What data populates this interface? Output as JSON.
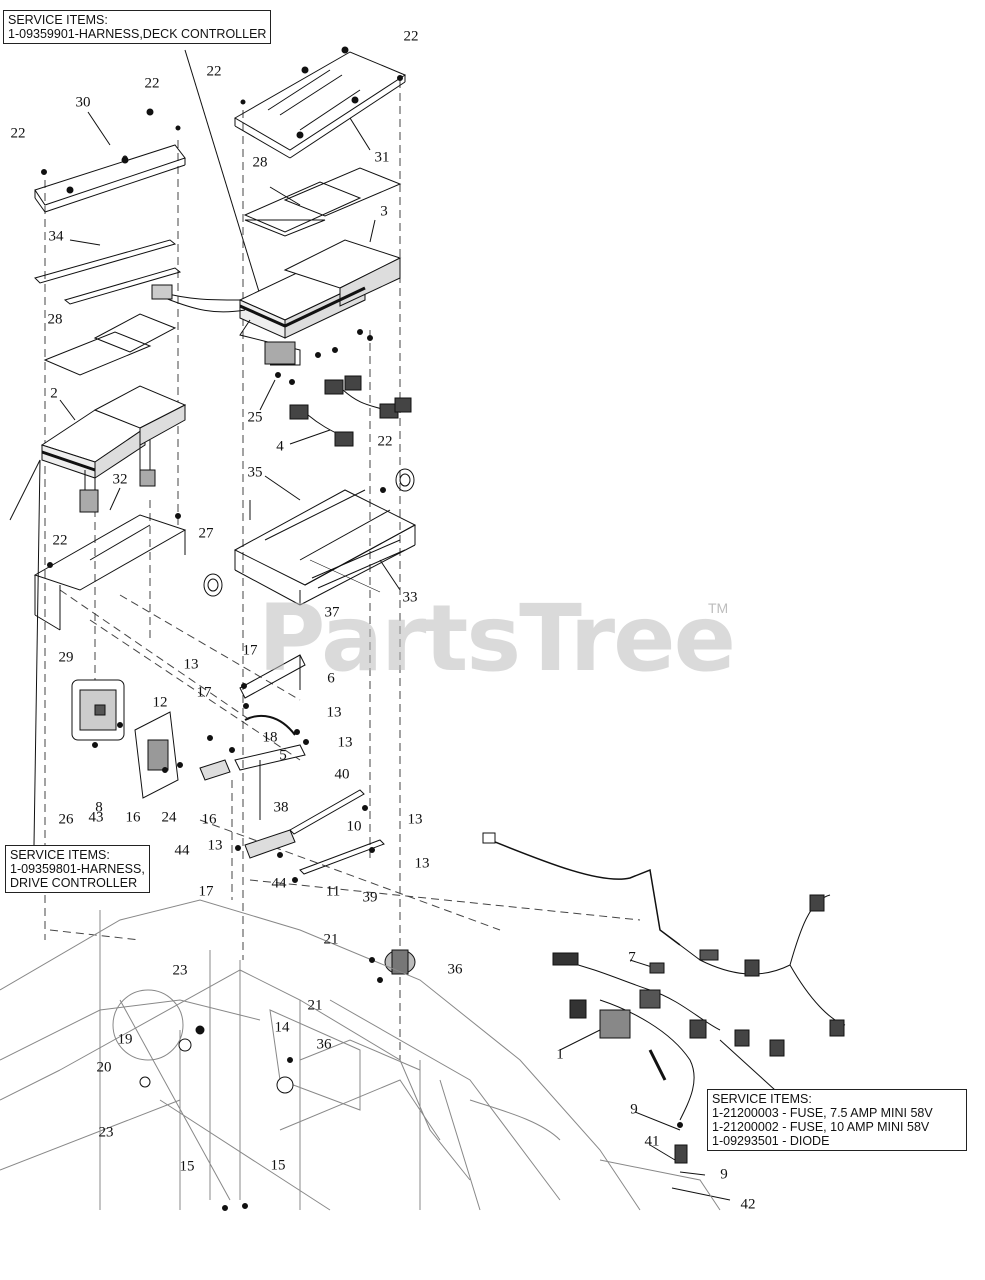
{
  "watermark": {
    "text": "PartsTree",
    "tm": "TM"
  },
  "service_boxes": [
    {
      "id": "deck",
      "lines": [
        "SERVICE ITEMS:",
        "1-09359901-HARNESS,DECK CONTROLLER"
      ]
    },
    {
      "id": "drive",
      "lines": [
        "SERVICE ITEMS:",
        "1-09359801-HARNESS,",
        "DRIVE CONTROLLER"
      ]
    },
    {
      "id": "fuse",
      "lines": [
        "SERVICE ITEMS:",
        "1-21200003 - FUSE, 7.5 AMP MINI 58V",
        "1-21200002 - FUSE, 10 AMP MINI 58V",
        "1-09293501 - DIODE"
      ]
    }
  ],
  "callouts": [
    "22",
    "22",
    "22",
    "30",
    "22",
    "28",
    "31",
    "3",
    "34",
    "28",
    "2",
    "25",
    "4",
    "22",
    "32",
    "35",
    "22",
    "27",
    "33",
    "37",
    "17",
    "29",
    "13",
    "17",
    "6",
    "12",
    "13",
    "18",
    "5",
    "13",
    "26",
    "8",
    "40",
    "43",
    "16",
    "24",
    "38",
    "13",
    "44",
    "16",
    "10",
    "13",
    "13",
    "17",
    "44",
    "11",
    "39",
    "21",
    "7",
    "36",
    "23",
    "14",
    "21",
    "19",
    "36",
    "1",
    "20",
    "23",
    "9",
    "41",
    "9",
    "15",
    "15",
    "42"
  ]
}
